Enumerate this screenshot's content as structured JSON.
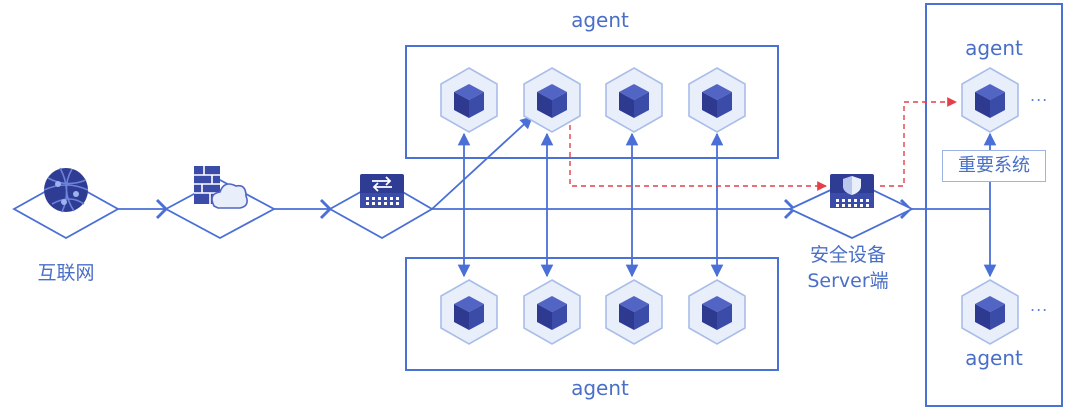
{
  "labels": {
    "agent_top": "agent",
    "agent_bottom": "agent",
    "agent_right_top": "agent",
    "agent_right_bottom": "agent",
    "internet": "互联网",
    "security_line1": "安全设备",
    "security_line2": "Server端",
    "important_system": "重要系统",
    "ellipsis": "..."
  },
  "colors": {
    "line": "#4a6fd6",
    "box_border": "#4a72d4",
    "hex_fill": "#e9eefb",
    "hex_stroke": "#a9bde9",
    "cube_dark": "#2e3a8f",
    "cube_mid": "#3b4ba8",
    "cube_light": "#5265c4",
    "dashed": "#e2404a"
  },
  "nodes": {
    "top_group_agents": 4,
    "bottom_group_agents": 4,
    "right_group_agents": 2
  },
  "icons": {
    "internet": "globe-icon",
    "firewall": "firewall-cloud-icon",
    "switch": "switch-icon",
    "security_device": "shield-device-icon",
    "agent": "cube-icon"
  }
}
